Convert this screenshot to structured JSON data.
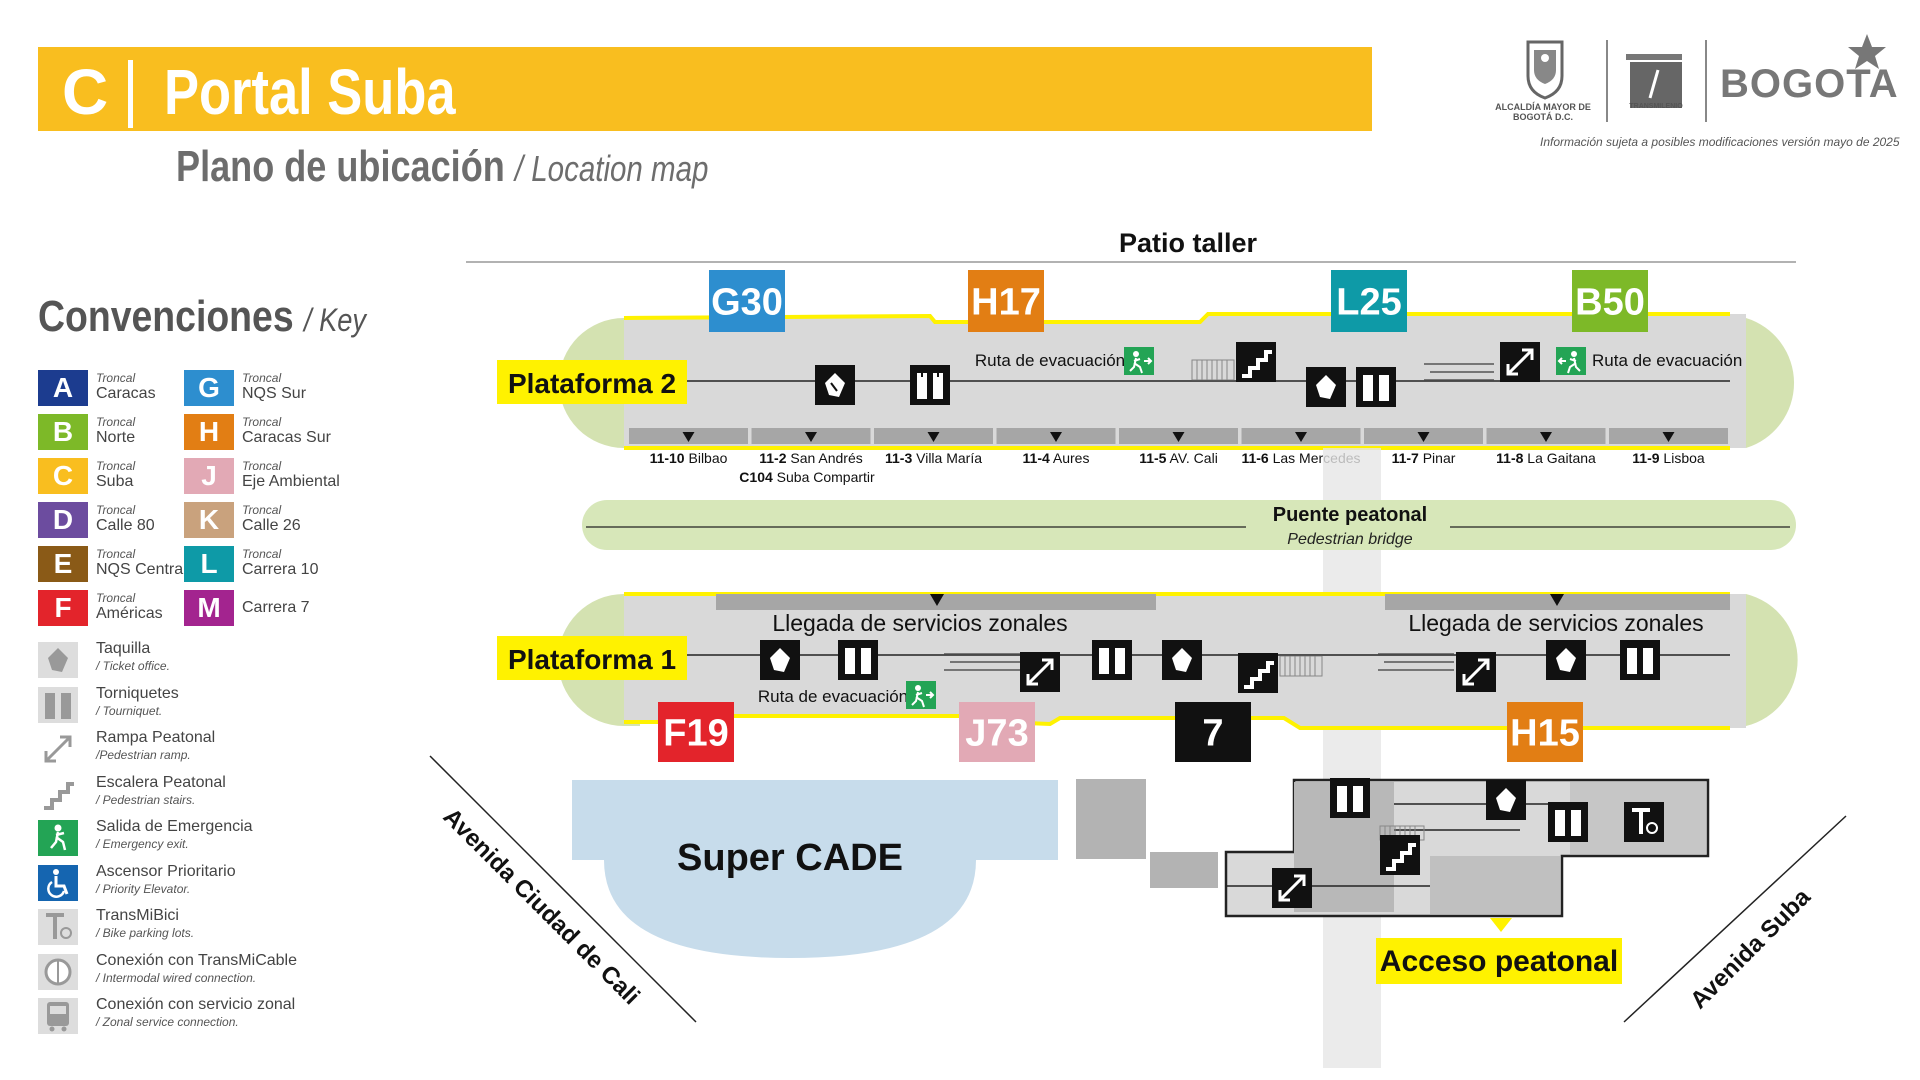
{
  "header": {
    "line_letter": "C",
    "station_name": "Portal Suba",
    "subtitle_es": "Plano de ubicación",
    "subtitle_en": "/ Location map",
    "logo_alcaldia": "ALCALDÍA MAYOR DE BOGOTÁ D.C.",
    "logo_transmilenio": "TRANSMILENIO",
    "logo_bogota": "BOGOTA",
    "disclaimer": "Información sujeta a posibles modificaciones versión mayo de 2025",
    "colors": {
      "title_bar": "#F9BE1F"
    }
  },
  "key": {
    "title": "Convenciones",
    "title_en": "/ Key",
    "troncales": [
      {
        "letter": "A",
        "small": "Troncal",
        "name": "Caracas",
        "color": "#1C3C8F"
      },
      {
        "letter": "G",
        "small": "Troncal",
        "name": "NQS Sur",
        "color": "#2D8ECF"
      },
      {
        "letter": "B",
        "small": "Troncal",
        "name": "Norte",
        "color": "#7DB928"
      },
      {
        "letter": "H",
        "small": "Troncal",
        "name": "Caracas Sur",
        "color": "#E27E14"
      },
      {
        "letter": "C",
        "small": "Troncal",
        "name": "Suba",
        "color": "#F9BE1F"
      },
      {
        "letter": "J",
        "small": "Troncal",
        "name": "Eje Ambiental",
        "color": "#E2A9B5"
      },
      {
        "letter": "D",
        "small": "Troncal",
        "name": "Calle 80",
        "color": "#6C4C9F"
      },
      {
        "letter": "K",
        "small": "Troncal",
        "name": "Calle 26",
        "color": "#C9A27D"
      },
      {
        "letter": "E",
        "small": "Troncal",
        "name": "NQS Central",
        "color": "#8A5A17"
      },
      {
        "letter": "L",
        "small": "Troncal",
        "name": "Carrera 10",
        "color": "#0E9AA7"
      },
      {
        "letter": "F",
        "small": "Troncal",
        "name": "Américas",
        "color": "#E3242B"
      },
      {
        "letter": "M",
        "small": "",
        "name": "Carrera 7",
        "color": "#A3248F"
      }
    ],
    "icons": [
      {
        "icon": "ticket-office-icon",
        "label": "Taquilla",
        "sublabel": "/ Ticket office."
      },
      {
        "icon": "turnstile-icon",
        "label": "Torniquetes",
        "sublabel": "/ Tourniquet."
      },
      {
        "icon": "ramp-icon",
        "label": "Rampa Peatonal",
        "sublabel": "/Pedestrian ramp."
      },
      {
        "icon": "stairs-icon",
        "label": "Escalera Peatonal",
        "sublabel": "/ Pedestrian stairs."
      },
      {
        "icon": "emergency-exit-icon",
        "label": "Salida de Emergencia",
        "sublabel": "/ Emergency exit."
      },
      {
        "icon": "priority-elevator-icon",
        "label": "Ascensor Prioritario",
        "sublabel": "/ Priority Elevator."
      },
      {
        "icon": "bike-parking-icon",
        "label": "TransMiBici",
        "sublabel": "/ Bike parking lots."
      },
      {
        "icon": "cable-connection-icon",
        "label": "Conexión con TransMiCable",
        "sublabel": "/ Intermodal wired connection."
      },
      {
        "icon": "bus-connection-icon",
        "label": "Conexión con servicio zonal",
        "sublabel": "/ Zonal service connection."
      }
    ]
  },
  "map": {
    "patio_taller": "Patio taller",
    "platform2": {
      "label": "Plataforma 2",
      "routes": [
        {
          "code": "G30",
          "color": "#2D8ECF",
          "text_color": "#ffffff"
        },
        {
          "code": "H17",
          "color": "#E27E14",
          "text_color": "#ffffff"
        },
        {
          "code": "L25",
          "color": "#0E9AA7",
          "text_color": "#ffffff"
        },
        {
          "code": "B50",
          "color": "#7DB928",
          "text_color": "#ffffff"
        }
      ],
      "evac_left": "Ruta de evacuación",
      "evac_right": "Ruta de evacuación",
      "doors": [
        {
          "num": "11-10",
          "name": "Bilbao",
          "extra_num": "",
          "extra_name": ""
        },
        {
          "num": "11-2",
          "name": "San Andrés",
          "extra_num": "C104",
          "extra_name": "Suba Compartir"
        },
        {
          "num": "11-3",
          "name": "Villa María",
          "extra_num": "",
          "extra_name": ""
        },
        {
          "num": "11-4",
          "name": "Aures",
          "extra_num": "",
          "extra_name": ""
        },
        {
          "num": "11-5",
          "name": "AV. Cali",
          "extra_num": "",
          "extra_name": ""
        },
        {
          "num": "11-6",
          "name": "Las Mercedes",
          "extra_num": "",
          "extra_name": ""
        },
        {
          "num": "11-7",
          "name": "Pinar",
          "extra_num": "",
          "extra_name": ""
        },
        {
          "num": "11-8",
          "name": "La Gaitana",
          "extra_num": "",
          "extra_name": ""
        },
        {
          "num": "11-9",
          "name": "Lisboa",
          "extra_num": "",
          "extra_name": ""
        }
      ]
    },
    "bridge": {
      "label": "Puente peatonal",
      "label_en": "Pedestrian bridge"
    },
    "platform1": {
      "label": "Plataforma 1",
      "zonal_left": "Llegada de servicios zonales",
      "zonal_right": "Llegada de servicios zonales",
      "evac": "Ruta de evacuación",
      "routes": [
        {
          "code": "F19",
          "color": "#E3242B",
          "text_color": "#ffffff"
        },
        {
          "code": "J73",
          "color": "#E2A9B5",
          "text_color": "#ffffff"
        },
        {
          "code": "7",
          "color": "#111111",
          "text_color": "#ffffff"
        },
        {
          "code": "H15",
          "color": "#E27E14",
          "text_color": "#ffffff"
        }
      ]
    },
    "super_cade": "Super CADE",
    "avenue_left": "Avenida Ciudad de Cali",
    "avenue_right": "Avenida Suba",
    "pedestrian_access": "Acceso peatonal",
    "colors": {
      "platform": "#D9D9D9",
      "platform_end": "#D4E2B1",
      "yellow": "#FFF200",
      "bridge": "#D7E7B9",
      "super_cade": "#C7DCEB"
    }
  }
}
